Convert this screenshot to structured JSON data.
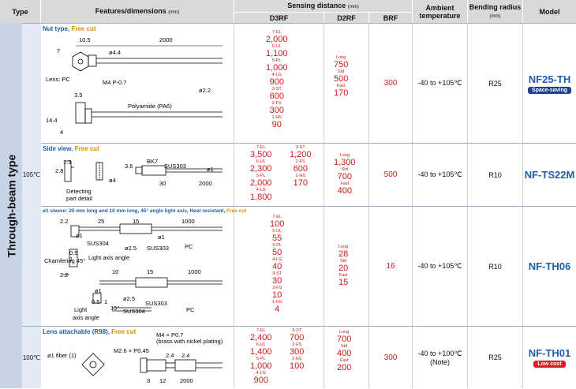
{
  "header": {
    "type": "Type",
    "features": "Features/dimensions",
    "features_unit": "(mm)",
    "sensing": "Sensing distance",
    "sensing_unit": "(mm)",
    "d3rf": "D3RF",
    "d2rf": "D2RF",
    "brf": "BRF",
    "ambient": "Ambient temperature",
    "bending": "Bending radius",
    "bending_unit": "(mm)",
    "model": "Model"
  },
  "type_label": "Through-beam type",
  "temps": {
    "t1": "105℃",
    "t2": "100℃"
  },
  "rows": [
    {
      "title": "Nut type, ",
      "title_fc": "Free cut",
      "dims": [
        "10.5",
        "2000",
        "7",
        "ø4.4",
        "Lens: PC",
        "M4 P-0.7",
        "3.5",
        "ø2.2",
        "Polyamide (PA6)",
        "14.4",
        "4"
      ],
      "d3rf": [
        {
          "label": "7-EL",
          "value": "2,000"
        },
        {
          "label": "6-UL",
          "value": "1,100"
        },
        {
          "label": "5-PL",
          "value": "1,000"
        },
        {
          "label": "4-LG",
          "value": "900"
        },
        {
          "label": "3-ST",
          "value": "600"
        },
        {
          "label": "2-FS",
          "value": "300"
        },
        {
          "label": "1-HS",
          "value": "90"
        }
      ],
      "d2rf": [
        {
          "label": "Long",
          "value": "750"
        },
        {
          "label": "Std",
          "value": "500"
        },
        {
          "label": "Fast",
          "value": "170"
        }
      ],
      "brf": "300",
      "ambient": "-40 to +105℃",
      "bending": "R25",
      "model": "NF25-TH",
      "badge": "Space-saving",
      "badge_color": "#1f3f8f"
    },
    {
      "title": "Side view, ",
      "title_fc": "Free cut",
      "dims": [
        "1.3",
        "2.8",
        "ø4",
        "Detecting",
        "part detail",
        "3.6",
        "BK7",
        "SUS303",
        "ø1",
        "30",
        "2000"
      ],
      "d3rf_a": [
        {
          "label": "7-EL",
          "value": "3,500"
        },
        {
          "label": "6-UL",
          "value": "2,300"
        },
        {
          "label": "5-PL",
          "value": "2,000"
        },
        {
          "label": "4-LG",
          "value": "1,800"
        }
      ],
      "d3rf_b": [
        {
          "label": "3-ST",
          "value": "1,200"
        },
        {
          "label": "2-FS",
          "value": "600"
        },
        {
          "label": "1-HS",
          "value": "170"
        }
      ],
      "d2rf": [
        {
          "label": "Long",
          "value": "1,300"
        },
        {
          "label": "Std",
          "value": "700"
        },
        {
          "label": "Fast",
          "value": "400"
        }
      ],
      "brf": "500",
      "ambient": "-40 to +105℃",
      "bending": "R10",
      "model": "NF-TS22M"
    },
    {
      "title": "ø1 sleeve: 25 mm long and 10 mm long, 45° angle light axis, Heat resistant, ",
      "title_fc": "Free cut",
      "dims": [
        "2.2",
        "25",
        "15",
        "1000",
        "ø1",
        "SUS304",
        "ø1",
        "ø2.5",
        "SUS303",
        "PC",
        "Chamfering 45°",
        "0.5",
        "1",
        "Light axis angle",
        "2.2",
        "10",
        "15",
        "1000",
        "ø1",
        "ø2.5",
        "SUS303",
        "0.5",
        "1",
        "15°",
        "SUS304",
        "Light",
        "axis angle",
        "PC"
      ],
      "d3rf": [
        {
          "label": "7-EL",
          "value": "100"
        },
        {
          "label": "6-UL",
          "value": "55"
        },
        {
          "label": "5-PL",
          "value": "50"
        },
        {
          "label": "4-LG",
          "value": "40"
        },
        {
          "label": "3-ST",
          "value": "30"
        },
        {
          "label": "2-FS",
          "value": "10"
        },
        {
          "label": "1-HS",
          "value": "4"
        }
      ],
      "d2rf": [
        {
          "label": "Long",
          "value": "28"
        },
        {
          "label": "Std",
          "value": "20"
        },
        {
          "label": "Fast",
          "value": "15"
        }
      ],
      "brf": "16",
      "ambient": "-40 to +105℃",
      "bending": "R10",
      "model": "NF-TH06"
    },
    {
      "title": "Lens attachable (R98), ",
      "title_fc": "Free cut",
      "dims": [
        "M4 × P0.7",
        "(brass with nickel plating)",
        "ø1 fiber (1)",
        "M2.6 × P0.45",
        "2.4",
        "2.4",
        "3",
        "12",
        "2000"
      ],
      "d3rf_a": [
        {
          "label": "7-EL",
          "value": "2,400"
        },
        {
          "label": "6-UL",
          "value": "1,400"
        },
        {
          "label": "5-PL",
          "value": "1,000"
        },
        {
          "label": "4-LG",
          "value": "900"
        }
      ],
      "d3rf_b": [
        {
          "label": "3-ST",
          "value": "700"
        },
        {
          "label": "2-FS",
          "value": "300"
        },
        {
          "label": "1-HS",
          "value": "100"
        }
      ],
      "d2rf": [
        {
          "label": "Long",
          "value": "700"
        },
        {
          "label": "Std",
          "value": "400"
        },
        {
          "label": "Fast",
          "value": "200"
        }
      ],
      "brf": "300",
      "ambient": "-40 to +100℃",
      "ambient_note": "(Note)",
      "bending": "R25",
      "model": "NF-TH01",
      "badge": "Low cost",
      "badge_color": "#d8202a"
    }
  ]
}
